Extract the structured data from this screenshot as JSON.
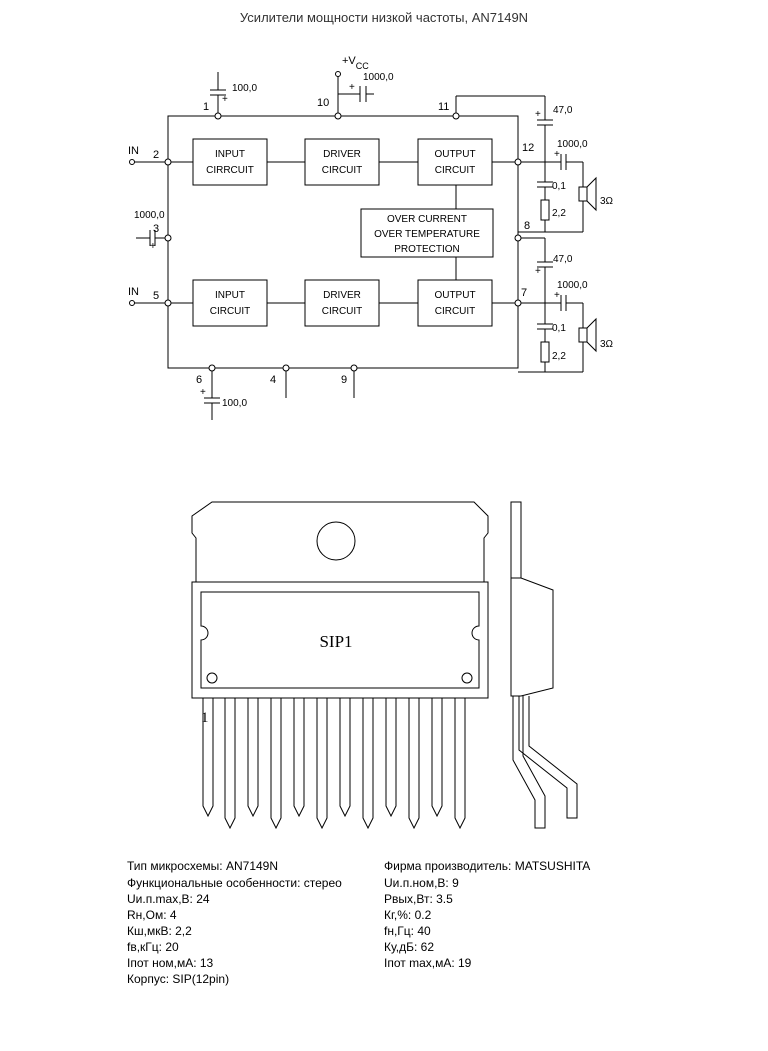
{
  "title": "Усилители мощности низкой частоты, AN7149N",
  "blocks": {
    "input_top": [
      "INPUT",
      "CIRRCUIT"
    ],
    "driver_top": [
      "DRIVER",
      "CIRCUIT"
    ],
    "output_top": [
      "OUTPUT",
      "CIRCUIT"
    ],
    "protection": [
      "OVER CURRENT",
      "OVER TEMPERATURE",
      "PROTECTION"
    ],
    "input_bottom": [
      "INPUT",
      "CIRCUIT"
    ],
    "driver_bottom": [
      "DRIVER",
      "CIRCUIT"
    ],
    "output_bottom": [
      "OUTPUT",
      "CIRCUIT"
    ]
  },
  "pins": {
    "p1": "1",
    "p2": "2",
    "p3": "3",
    "p4": "4",
    "p5": "5",
    "p6": "6",
    "p7": "7",
    "p8": "8",
    "p9": "9",
    "p10": "10",
    "p11": "11",
    "p12": "12"
  },
  "labels": {
    "in_top": "IN",
    "in_bottom": "IN",
    "vcc_main": "+V",
    "vcc_sub": "CC",
    "plus": "+"
  },
  "values": {
    "c_pin1": "100,0",
    "c_pin10": "1000,0",
    "c_pin3": "1000,0",
    "c_pin6": "100,0",
    "c_boot_top": "47,0",
    "c_out_top": "1000,0",
    "c_zobel_top": "0,1",
    "r_zobel_top": "2,2",
    "spk_top": "3Ω",
    "c_boot_bottom": "47,0",
    "c_out_bottom": "1000,0",
    "c_zobel_bottom": "0,1",
    "r_zobel_bottom": "2,2",
    "spk_bottom": "3Ω"
  },
  "package": {
    "name": "SIP1",
    "pin1": "1"
  },
  "specs_left": [
    "Тип микросхемы: AN7149N",
    "Функциональные особенности:  стерео",
    "Uи.п.max,В: 24",
    "Rн,Ом: 4",
    "Кш,мкВ: 2,2",
    "fв,кГц: 20",
    "Iпот ном,мА: 13",
    "Корпус: SIP(12pin)"
  ],
  "specs_right": [
    "Фирма производитель: MATSUSHITA",
    "Uи.п.ном,В: 9",
    "Pвых,Вт: 3.5",
    "Кг,%: 0.2",
    "fн,Гц: 40",
    "Ку,дБ: 62",
    "Iпот max,мА: 19"
  ]
}
